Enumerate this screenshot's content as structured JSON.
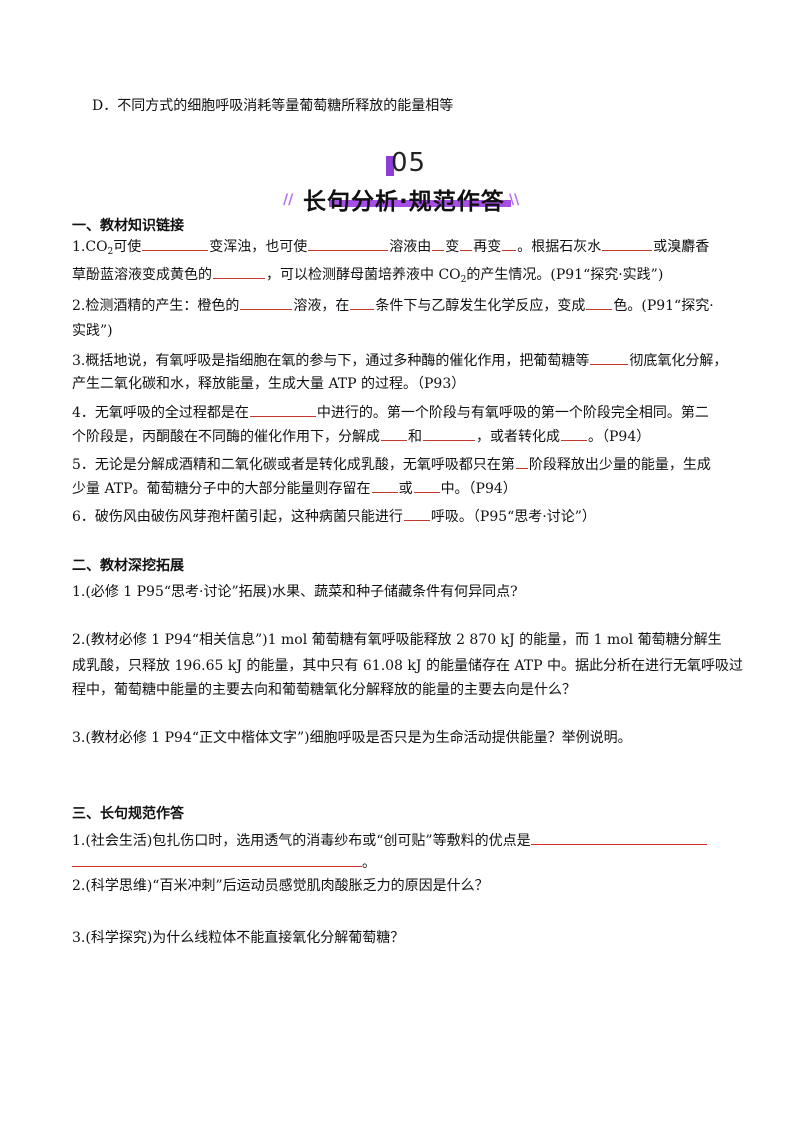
{
  "option_d": "D．不同方式的细胞呼吸消耗等量葡萄糖所释放的能量相等",
  "banner": {
    "number": "05",
    "title": "长句分析·规范作答",
    "slash_left": "//",
    "slash_right": "\\\\"
  },
  "s1": {
    "heading": "一、教材知识链接",
    "l1a": "1.CO",
    "l1sub": "2",
    "l1b": "可使",
    "l1c": "变浑浊，也可使",
    "l1d": "溶液由",
    "l1e": "变",
    "l1f": "再变",
    "l1g": "。根据石灰水",
    "l1h": "或溴麝香",
    "l2a": "草酚蓝溶液变成黄色的",
    "l2b": "，可以检测酵母菌培养液中 CO",
    "l2sub": "2",
    "l2c": "的产生情况。(P91“探究·实践”)",
    "l3a": "2.检测酒精的产生：橙色的",
    "l3b": "溶液，在",
    "l3c": "条件下与乙醇发生化学反应，变成",
    "l3d": "色。(P91“探究·",
    "l4": "实践”)",
    "l5a": "3.概括地说，有氧呼吸是指细胞在氧的参与下，通过多种酶的催化作用，把葡萄糖等",
    "l5b": "彻底氧化分解，",
    "l6": "产生二氧化碳和水，释放能量，生成大量 ATP 的过程。（P93）",
    "l7a": "4．无氧呼吸的全过程都是在",
    "l7b": "中进行的。第一个阶段与有氧呼吸的第一个阶段完全相同。第二",
    "l8a": "个阶段是，丙酮酸在不同酶的催化作用下，分解成",
    "l8b": "和",
    "l8c": "，或者转化成",
    "l8d": "。（P94）",
    "l9a": "5．无论是分解成酒精和二氧化碳或者是转化成乳酸，无氧呼吸都只在第",
    "l9b": "阶段释放出少量的能量，生成",
    "l10a": "少量 ATP。葡萄糖分子中的大部分能量则存留在",
    "l10b": "或",
    "l10c": "中。（P94）",
    "l11a": "6．破伤风由破伤风芽孢杆菌引起，这种病菌只能进行",
    "l11b": "呼吸。（P95“思考·讨论”）"
  },
  "s2": {
    "heading": "二、教材深挖拓展",
    "q1": "1.(必修 1  P95“思考·讨论”拓展)水果、蔬菜和种子储藏条件有何异同点?",
    "q2a": "2.(教材必修 1  P94“相关信息”)1  mol  葡萄糖有氧呼吸能释放 2  870  kJ 的能量，而 1  mol 葡萄糖分解生",
    "q2b": "成乳酸，只释放 196.65  kJ 的能量，其中只有 61.08  kJ 的能量储存在 ATP 中。据此分析在进行无氧呼吸过",
    "q2c": "程中，葡萄糖中能量的主要去向和葡萄糖氧化分解释放的能量的主要去向是什么？",
    "q3": "3.(教材必修 1  P94“正文中楷体文字”)细胞呼吸是否只是为生命活动提供能量？举例说明。"
  },
  "s3": {
    "heading": "三、长句规范作答",
    "q1a": "1.(社会生活)包扎伤口时，选用透气的消毒纱布或“创可贴”等敷料的优点是",
    "q1end": "。",
    "q2": "2.(科学思维)“百米冲刺”后运动员感觉肌肉酸胀乏力的原因是什么？",
    "q3": "3.(科学探究)为什么线粒体不能直接氧化分解葡萄糖？"
  }
}
